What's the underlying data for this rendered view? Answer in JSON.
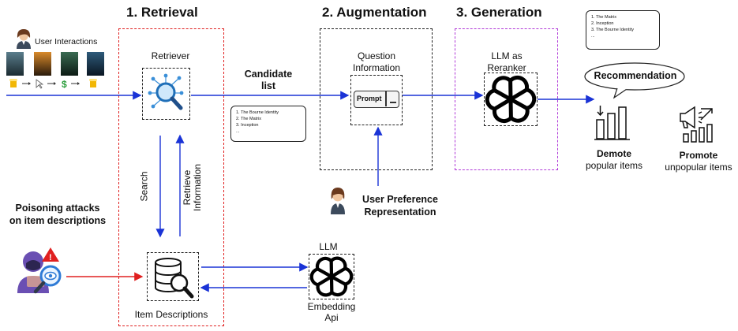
{
  "stages": {
    "retrieval": "1.   Retrieval",
    "augmentation": "2. Augmentation",
    "generation": "3. Generation"
  },
  "user": {
    "label": "User Interactions"
  },
  "retriever": {
    "label": "Retriever"
  },
  "candidate": {
    "line1": "Candidate",
    "line2": "list"
  },
  "candidate_list": [
    "1. The Bourne Identity",
    "2. The Matrix",
    "3. Inception",
    "..."
  ],
  "rerank_list": [
    "1. The Matrix",
    "2. Inception",
    "3. The Bourne Identity",
    "..."
  ],
  "augmentation": {
    "line1": "Question",
    "line2": "Information",
    "prompt": "Prompt"
  },
  "generation": {
    "line1": "LLM as",
    "line2": "Reranker"
  },
  "recommendation": "Recommendation",
  "search": "Search",
  "retrieve": {
    "line1": "Retrieve",
    "line2": "Information"
  },
  "item_descriptions": "Item Descriptions",
  "poisoning": {
    "line1": "Poisoning attacks",
    "line2": "on item descriptions"
  },
  "user_pref": {
    "line1": "User Preference",
    "line2": "Representation"
  },
  "llm_embed": {
    "top": "LLM",
    "line1": "Embedding",
    "line2": "Api"
  },
  "demote": {
    "title": "Demote",
    "sub": "popular items"
  },
  "promote": {
    "title": "Promote",
    "sub": "unpopular items"
  },
  "colors": {
    "retrieval": "#e02020",
    "augmentation": "#222222",
    "generation": "#b03ad8",
    "flow": "#1a33d6",
    "attack": "#e02020"
  }
}
